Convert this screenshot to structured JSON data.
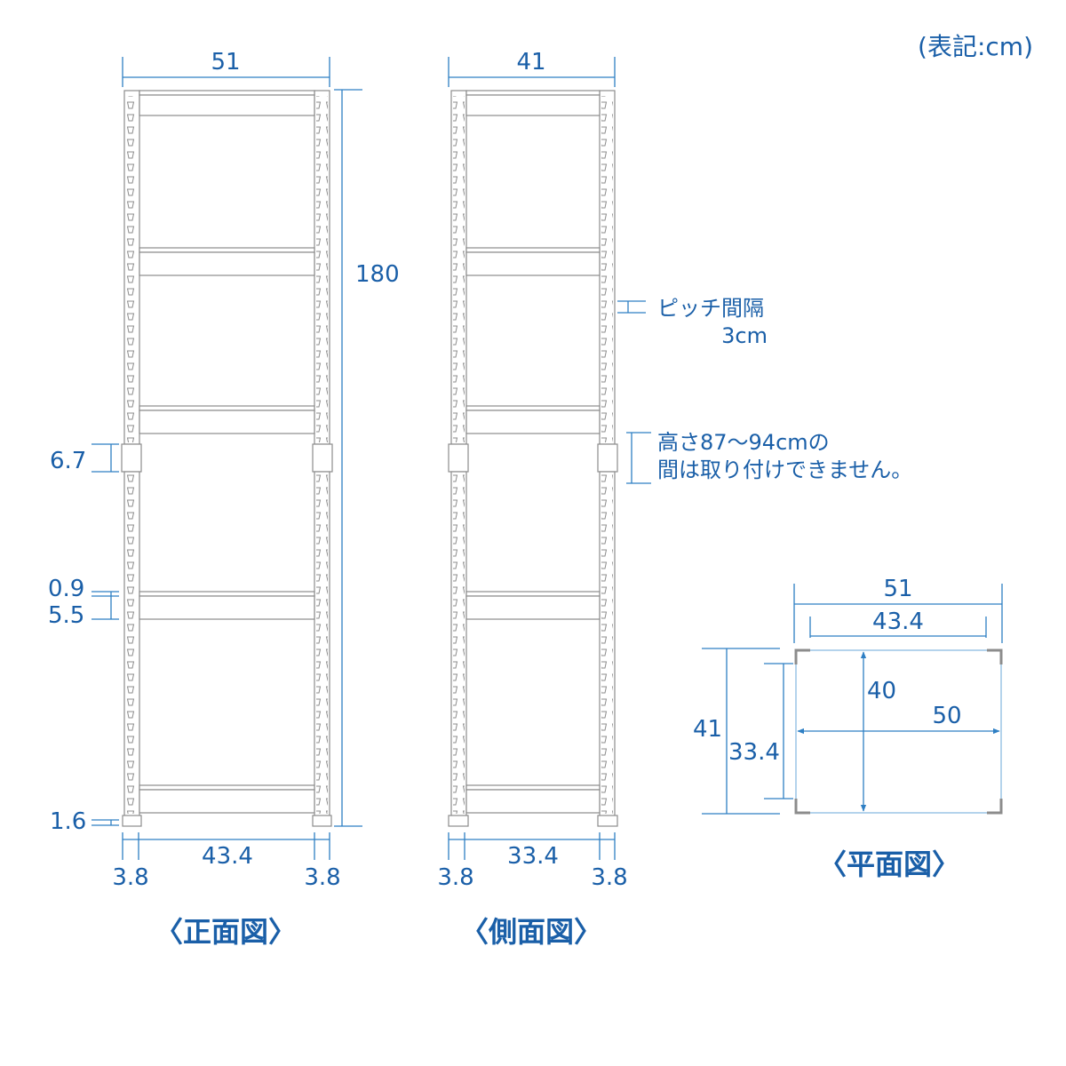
{
  "unit_note": "(表記:cm)",
  "accent_color": "#1a5fa8",
  "front_view": {
    "caption": "〈正面図〉",
    "width_total": "51",
    "height_total": "180",
    "inner_width": "43.4",
    "post_left": "3.8",
    "post_right": "3.8",
    "joint_height": "6.7",
    "shelf_thickness": "0.9",
    "shelf_beam": "5.5",
    "foot_height": "1.6"
  },
  "side_view": {
    "caption": "〈側面図〉",
    "width_total": "41",
    "inner_width": "33.4",
    "post_left": "3.8",
    "post_right": "3.8",
    "pitch_note_line1": "ピッチ間隔",
    "pitch_note_line2": "3cm",
    "restriction_line1": "高さ87〜94cmの",
    "restriction_line2": "間は取り付けできません。"
  },
  "plan_view": {
    "caption": "〈平面図〉",
    "width_total": "51",
    "inner_width": "43.4",
    "depth_total": "41",
    "inner_depth": "33.4",
    "shelf_depth": "40",
    "shelf_width": "50"
  }
}
